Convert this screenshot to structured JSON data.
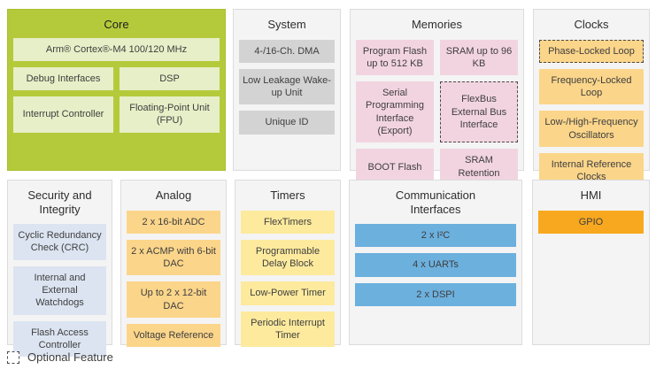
{
  "legend": {
    "label": "Optional Feature"
  },
  "palette": {
    "core_bg": "#b5ca3b",
    "core_block": "#e6efc7",
    "system_block": "#d3d3d3",
    "memories_block": "#f2d4e0",
    "clocks_analog_block": "#fbd58a",
    "timers_block": "#fdea9d",
    "security_block": "#dce4f1",
    "comm_block": "#6cb0de",
    "hmi_block": "#f8a81e",
    "panel_bg": "#f4f4f4"
  },
  "sections": {
    "core": {
      "title": "Core",
      "cpu": "Arm® Cortex®-M4 100/120 MHz",
      "blocks": [
        "Debug Interfaces",
        "DSP",
        "Interrupt Controller",
        "Floating-Point Unit (FPU)"
      ]
    },
    "system": {
      "title": "System",
      "blocks": [
        "4-/16-Ch. DMA",
        "Low Leakage Wake-up Unit",
        "Unique ID"
      ]
    },
    "memories": {
      "title": "Memories",
      "blocks": [
        "Program Flash up to 512 KB",
        "SRAM up to 96 KB",
        "Serial Programming Interface (Export)",
        "FlexBus External Bus Interface",
        "BOOT Flash",
        "SRAM Retention"
      ],
      "optional_blocks": [
        "FlexBus External Bus Interface"
      ]
    },
    "clocks": {
      "title": "Clocks",
      "blocks": [
        "Phase-Locked Loop",
        "Frequency-Locked Loop",
        "Low-/High-Frequency Oscillators",
        "Internal Reference Clocks"
      ],
      "optional_blocks": [
        "Phase-Locked Loop"
      ]
    },
    "security": {
      "title": "Security and Integrity",
      "blocks": [
        "Cyclic Redundancy Check (CRC)",
        "Internal and External Watchdogs",
        "Flash Access Controller"
      ]
    },
    "analog": {
      "title": "Analog",
      "blocks": [
        "2 x 16-bit ADC",
        "2 x ACMP with 6-bit DAC",
        "Up to 2 x 12-bit DAC",
        "Voltage Reference"
      ]
    },
    "timers": {
      "title": "Timers",
      "blocks": [
        "FlexTimers",
        "Programmable Delay Block",
        "Low-Power Timer",
        "Periodic Interrupt Timer"
      ]
    },
    "comm": {
      "title": "Communication Interfaces",
      "blocks": [
        "2 x I²C",
        "4 x UARTs",
        "2 x DSPI"
      ]
    },
    "hmi": {
      "title": "HMI",
      "blocks": [
        "GPIO"
      ]
    }
  }
}
